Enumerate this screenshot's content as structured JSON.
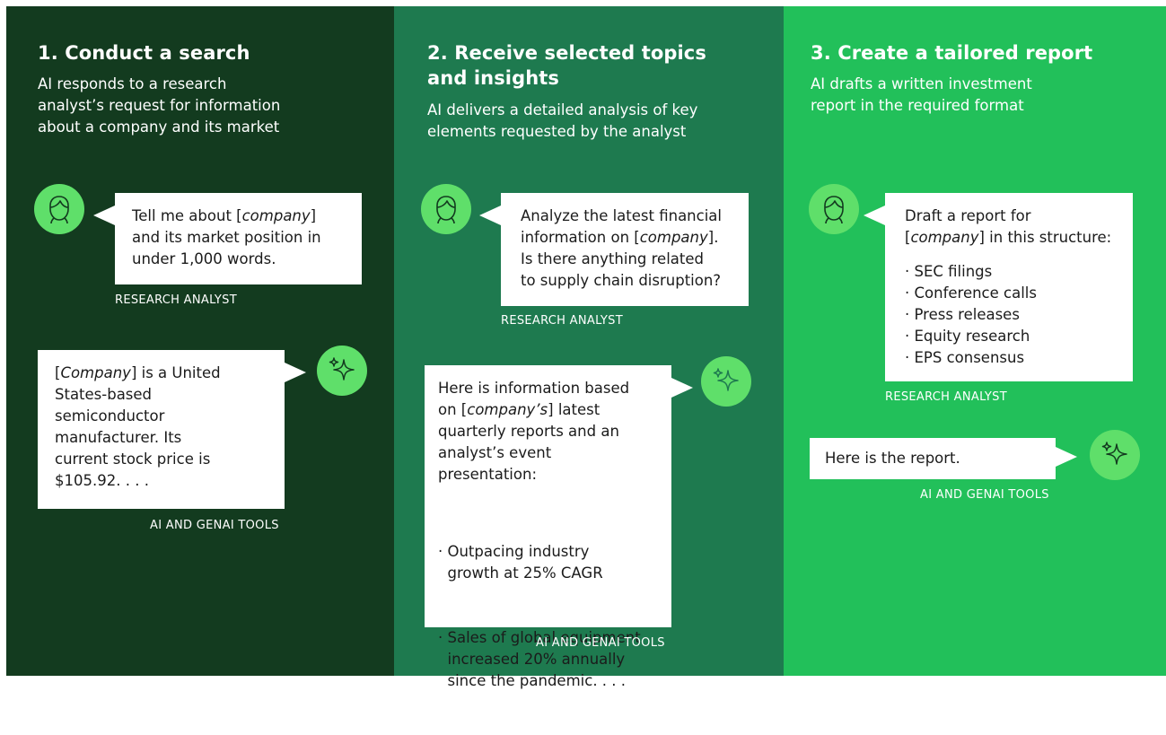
{
  "colors": {
    "panel_1": "#133b1f",
    "panel_2": "#1e7a4f",
    "panel_3": "#22c05a",
    "avatar": "#5fdf6a"
  },
  "steps": [
    {
      "title": "1. Conduct a search",
      "description": "AI responds to a research\nanalyst’s request for information\nabout a company and its market",
      "request": {
        "text_before": "Tell me about [",
        "em": "company",
        "text_after": "]\nand its market position in\nunder 1,000 words.",
        "who": "RESEARCH ANALYST",
        "icon": "person-icon"
      },
      "response": {
        "text_before": "[",
        "em": "Company",
        "text_after": "] is a United\nStates-based\nsemiconductor\nmanufacturer. Its\ncurrent stock price is\n$105.92. . . .",
        "who": "AI AND GENAI TOOLS",
        "icon": "sparkle-icon"
      }
    },
    {
      "title": "2. Receive selected topics\nand insights",
      "description": "AI delivers a detailed analysis of key\nelements requested by the analyst",
      "request": {
        "text_before": "Analyze the latest financial\ninformation on [",
        "em": "company",
        "text_after": "].\nIs there anything related\nto supply chain disruption?",
        "who": "RESEARCH ANALYST",
        "icon": "person-icon"
      },
      "response": {
        "text_before": "Here is information based\non [",
        "em": "company’s",
        "text_after": "] latest\nquarterly reports and an\nanalyst’s event\npresentation:",
        "bullets": [
          "· Outpacing industry\n  growth at 25% CAGR",
          "· Sales of global equipment\n  increased 20% annually\n  since the pandemic. . . ."
        ],
        "who": "AI AND GENAI TOOLS",
        "icon": "sparkle-icon"
      }
    },
    {
      "title": "3. Create a tailored report",
      "description": "AI drafts a written investment\nreport in the required format",
      "request": {
        "text_before": "Draft a report for\n[",
        "em": "company",
        "text_after": "] in this structure:",
        "bullets": [
          "· SEC filings",
          "· Conference calls",
          "· Press releases",
          "· Equity research",
          "· EPS consensus"
        ],
        "who": "RESEARCH ANALYST",
        "icon": "person-icon"
      },
      "response": {
        "text": "Here is the report.",
        "who": "AI AND GENAI TOOLS",
        "icon": "sparkle-icon"
      }
    }
  ]
}
